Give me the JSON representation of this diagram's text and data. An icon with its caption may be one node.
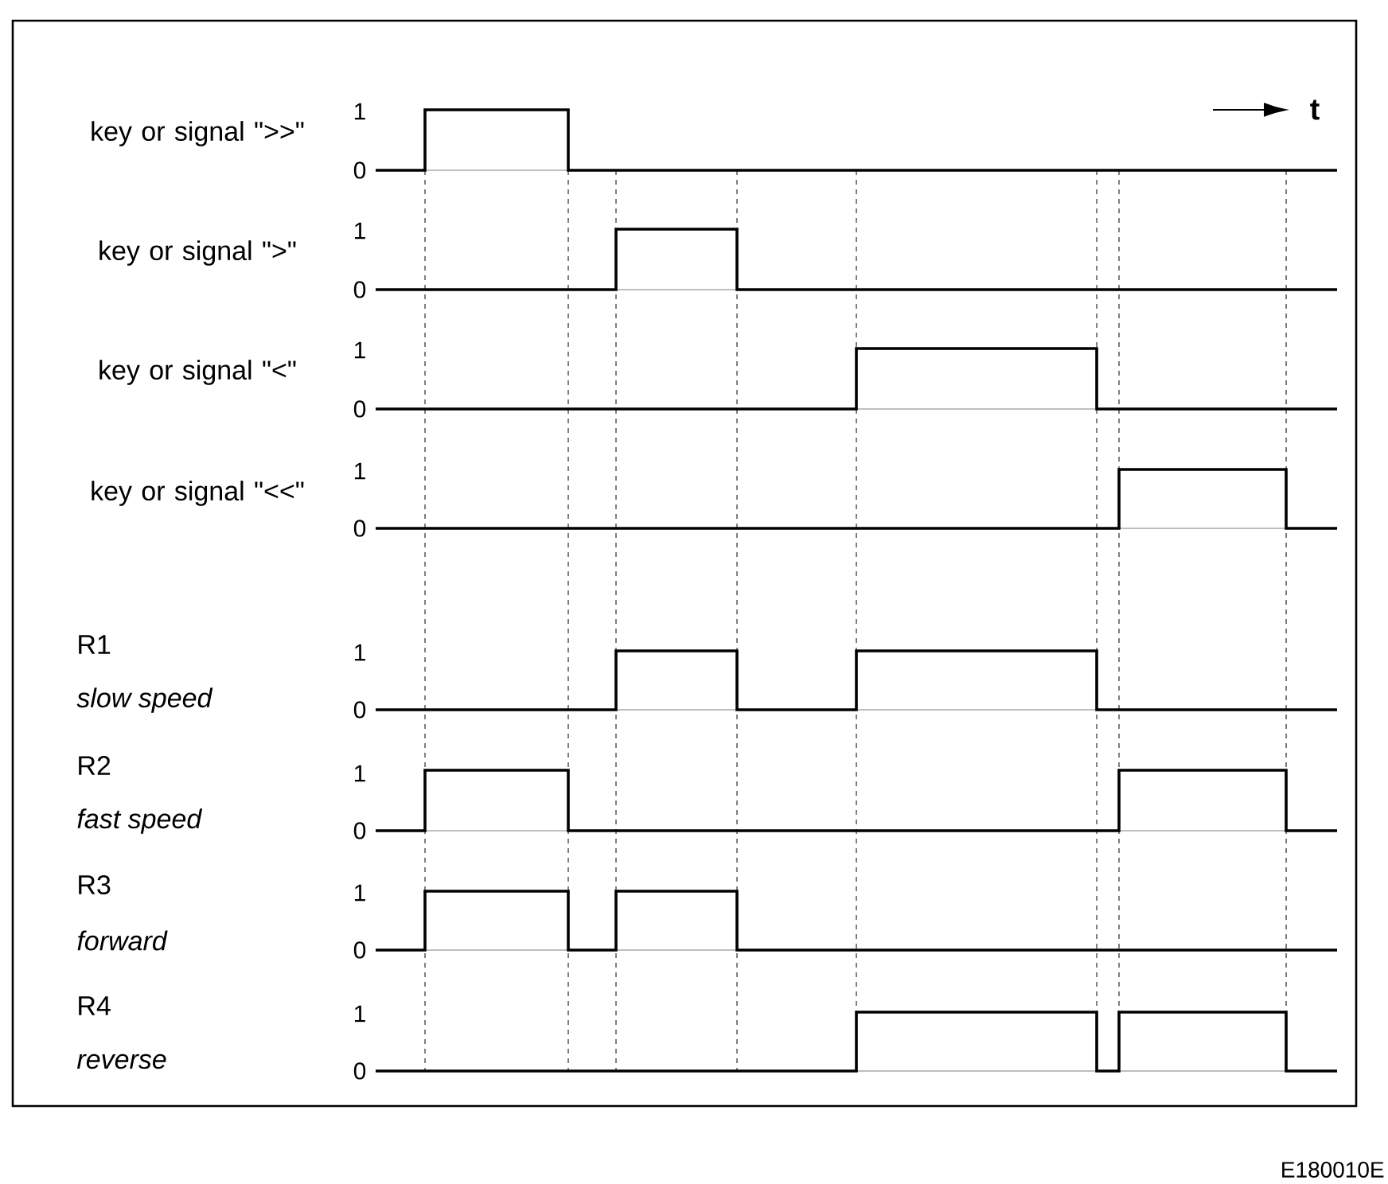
{
  "diagram": {
    "labels": [
      "key or signal \">>\"",
      "1",
      "0",
      "t",
      "key or signal \">\"",
      "1",
      "0",
      "key or signal \"<\"",
      "1",
      "0",
      "key or signal \"<<\"",
      "1",
      "0",
      "R1",
      "slow speed",
      "1",
      "0",
      "R2",
      "fast speed",
      "1",
      "0",
      "R3",
      "forward",
      "1",
      "0",
      "R4",
      "reverse",
      "1",
      "0",
      "E180010E"
    ]
  }
}
